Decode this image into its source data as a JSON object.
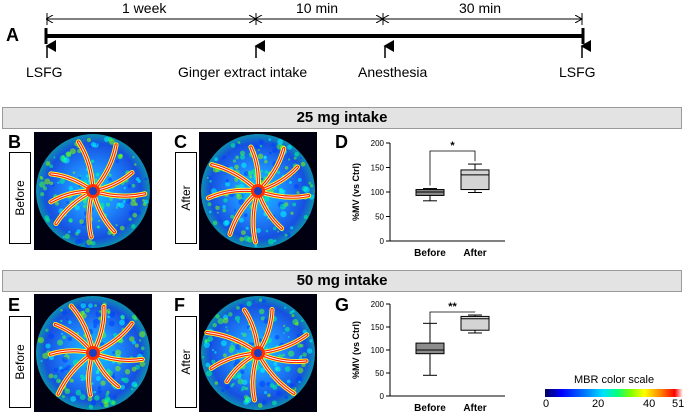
{
  "panel_a": {
    "letter": "A",
    "durations": [
      "1 week",
      "10 min",
      "30 min"
    ],
    "events": [
      "LSFG",
      "Ginger extract intake",
      "Anesthesia",
      "LSFG"
    ]
  },
  "row1": {
    "banner": "25 mg intake",
    "letters": [
      "B",
      "C",
      "D"
    ],
    "before_label": "Before",
    "after_label": "After"
  },
  "row2": {
    "banner": "50 mg intake",
    "letters": [
      "E",
      "F",
      "G"
    ],
    "before_label": "Before",
    "after_label": "After"
  },
  "colorbar": {
    "title": "MBR color scale",
    "ticks": [
      "0",
      "20",
      "40",
      "51"
    ]
  },
  "chart_data": [
    {
      "panel": "D",
      "type": "box",
      "ylabel": "%MV (vs Ctrl)",
      "ylim": [
        0,
        200
      ],
      "yticks": [
        "0",
        "50",
        "100",
        "150",
        "200"
      ],
      "categories": [
        "Before",
        "After"
      ],
      "boxes": [
        {
          "category": "Before",
          "min": 82,
          "q1": 93,
          "median": 100,
          "q3": 105,
          "max": 107,
          "color": "#8c8c8c"
        },
        {
          "category": "After",
          "min": 99,
          "q1": 105,
          "median": 135,
          "q3": 145,
          "max": 157,
          "color": "#d4d4d4"
        }
      ],
      "significance": "*"
    },
    {
      "panel": "G",
      "type": "box",
      "ylabel": "%MV (vs Ctrl)",
      "ylim": [
        0,
        200
      ],
      "yticks": [
        "0",
        "50",
        "100",
        "150",
        "200"
      ],
      "categories": [
        "Before",
        "After"
      ],
      "boxes": [
        {
          "category": "Before",
          "min": 45,
          "q1": 92,
          "median": 100,
          "q3": 115,
          "max": 158,
          "color": "#8c8c8c"
        },
        {
          "category": "After",
          "min": 137,
          "q1": 143,
          "median": 168,
          "q3": 173,
          "max": 176,
          "color": "#d4d4d4"
        }
      ],
      "significance": "**"
    }
  ]
}
